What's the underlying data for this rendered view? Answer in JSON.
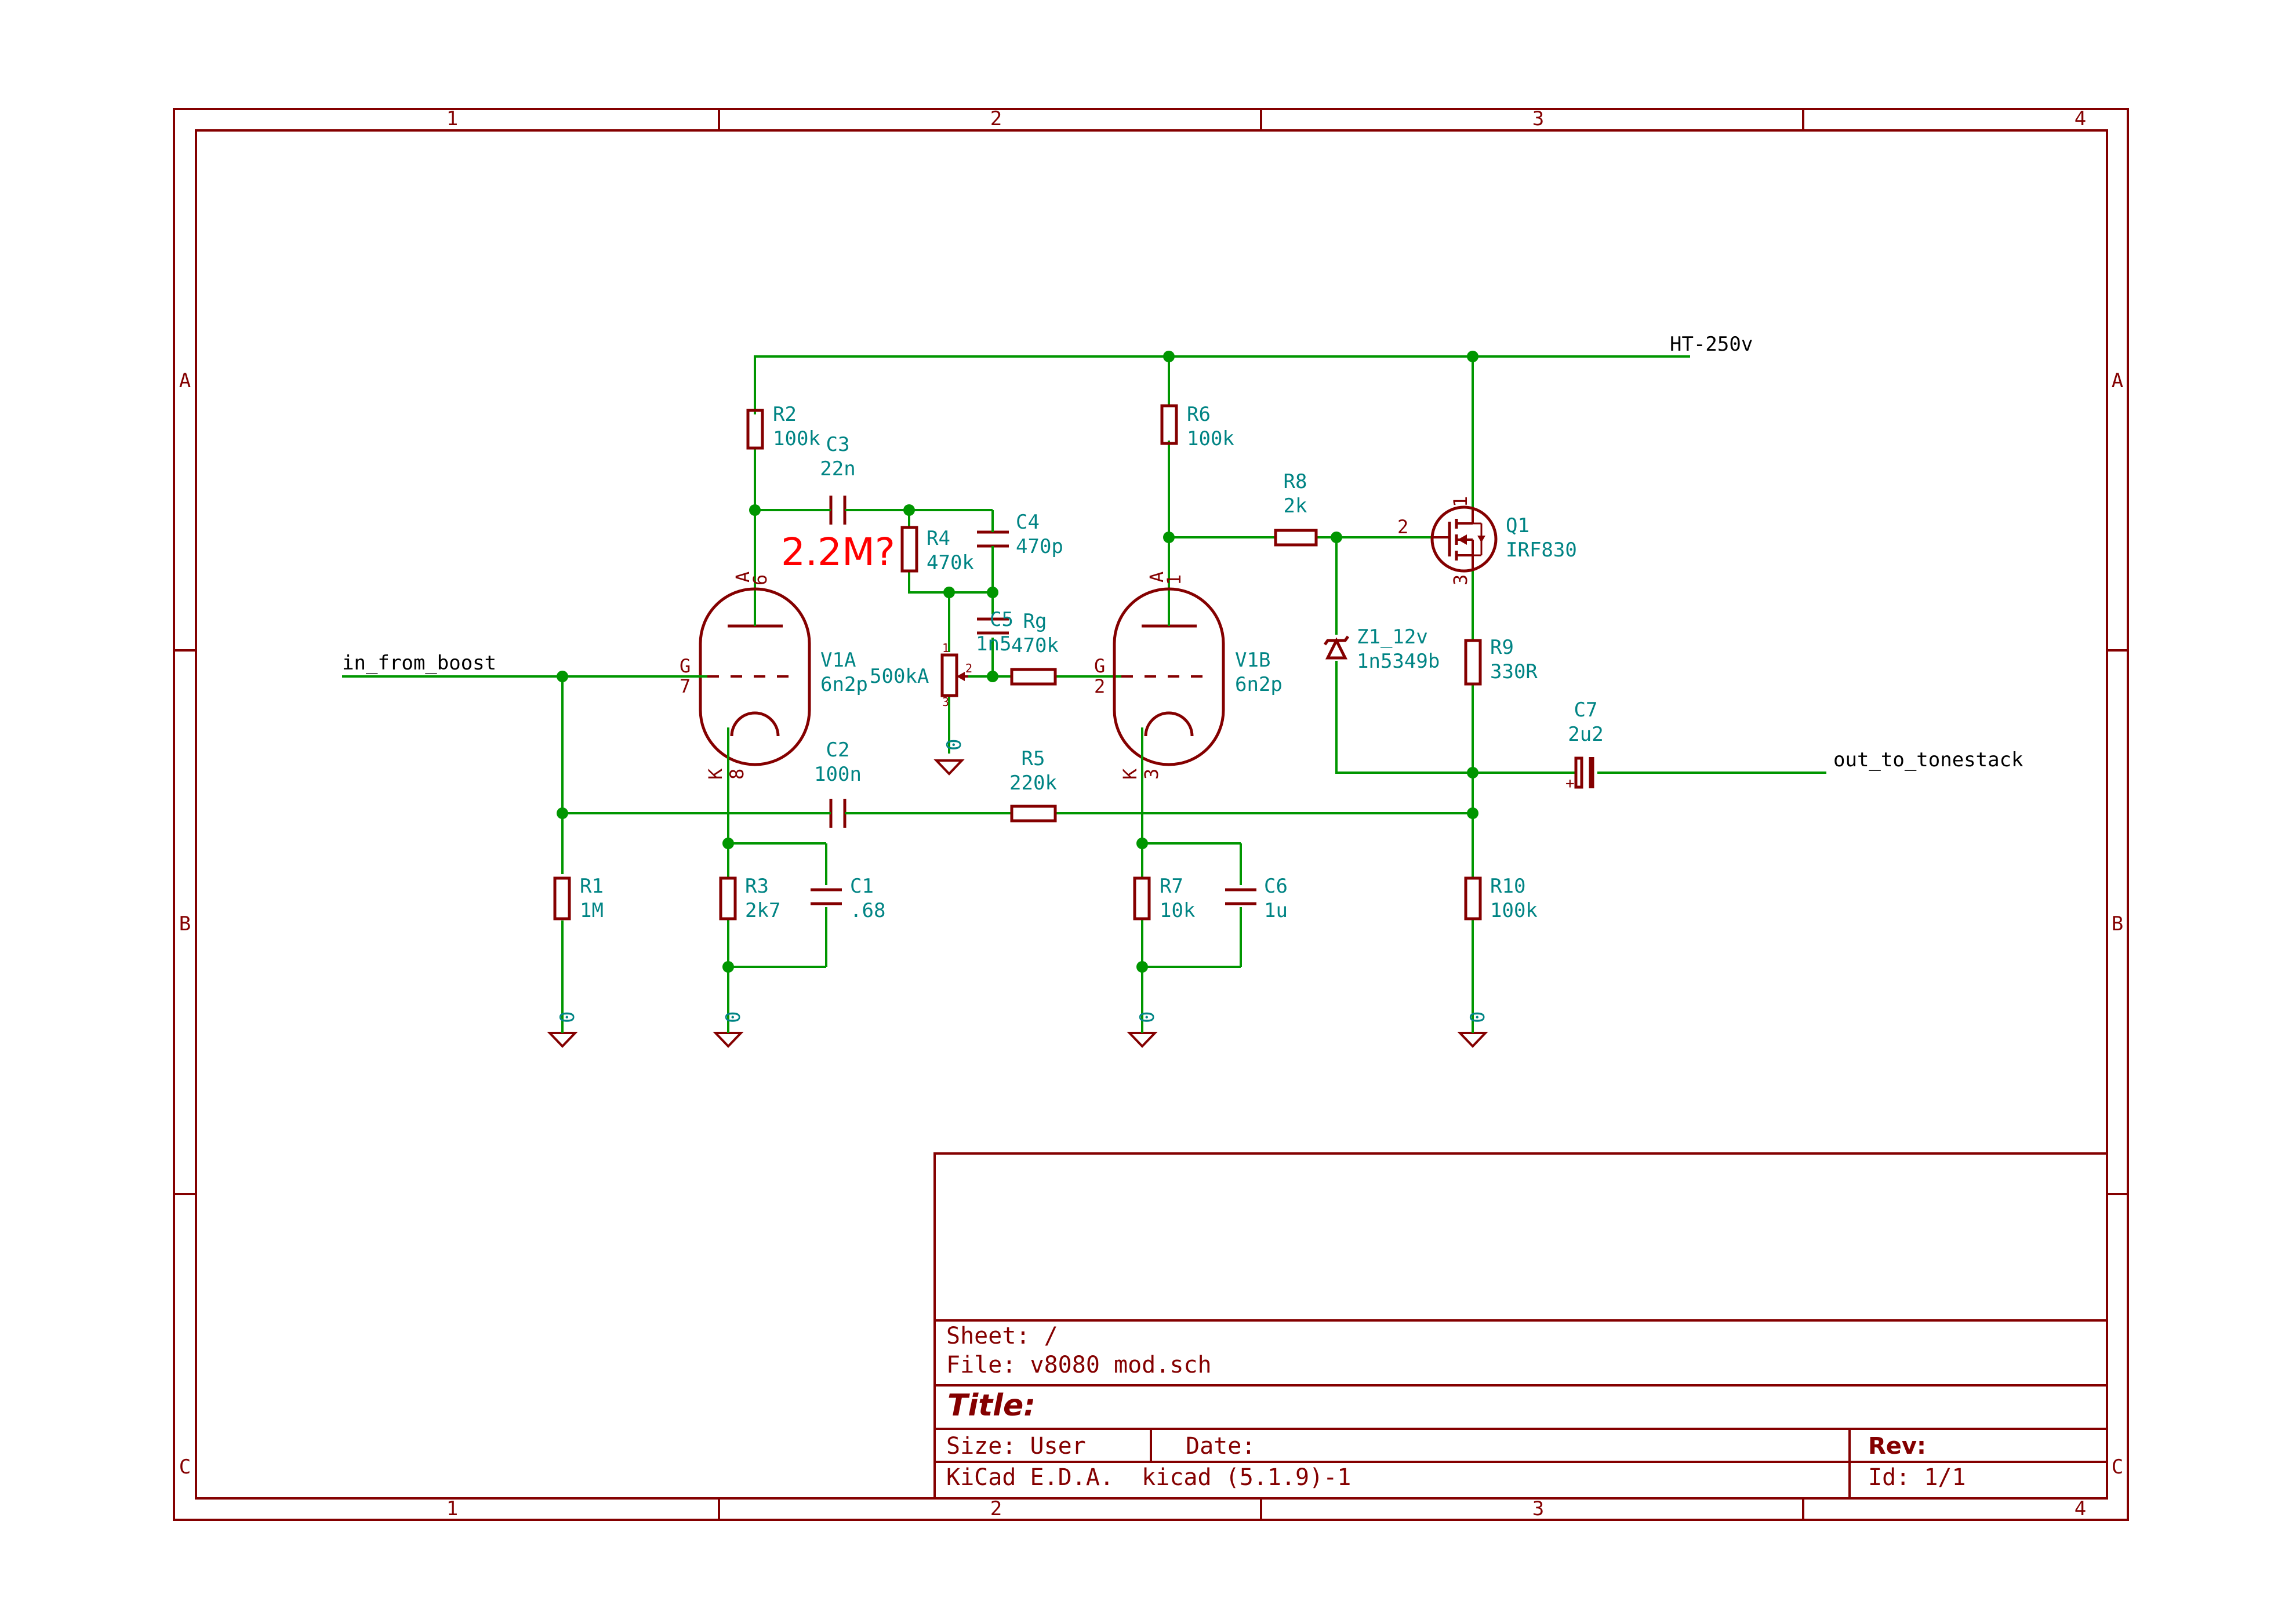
{
  "frame": {
    "columns": [
      "1",
      "2",
      "3",
      "4"
    ],
    "rows": [
      "A",
      "B",
      "C"
    ]
  },
  "title_block": {
    "sheet": "Sheet: /",
    "file": "File: v8080 mod.sch",
    "title": "Title:",
    "size": "Size: User",
    "date": "Date:",
    "rev": "Rev:",
    "tool": "KiCad E.D.A.  kicad (5.1.9)-1",
    "id": "Id: 1/1"
  },
  "nets": {
    "ht": "HT-250v",
    "input": "in_from_boost",
    "output": "out_to_tonestack",
    "ground": "0"
  },
  "annotation": "2.2M?",
  "components": {
    "R1": {
      "ref": "R1",
      "value": "1M"
    },
    "R2": {
      "ref": "R2",
      "value": "100k"
    },
    "R3": {
      "ref": "R3",
      "value": "2k7"
    },
    "R4": {
      "ref": "R4",
      "value": "470k"
    },
    "R5": {
      "ref": "R5",
      "value": "220k"
    },
    "R6": {
      "ref": "R6",
      "value": "100k"
    },
    "R7": {
      "ref": "R7",
      "value": "10k"
    },
    "R8": {
      "ref": "R8",
      "value": "2k"
    },
    "R9": {
      "ref": "R9",
      "value": "330R"
    },
    "R10": {
      "ref": "R10",
      "value": "100k"
    },
    "Rg": {
      "ref": "Rg",
      "value": "470k"
    },
    "C1": {
      "ref": "C1",
      "value": ".68"
    },
    "C2": {
      "ref": "C2",
      "value": "100n"
    },
    "C3": {
      "ref": "C3",
      "value": "22n"
    },
    "C4": {
      "ref": "C4",
      "value": "470p"
    },
    "C5": {
      "ref": "C5",
      "value": "1n5"
    },
    "C6": {
      "ref": "C6",
      "value": "1u"
    },
    "C7": {
      "ref": "C7",
      "value": "2u2"
    },
    "V1A": {
      "ref": "V1A",
      "value": "6n2p"
    },
    "V1B": {
      "ref": "V1B",
      "value": "6n2p"
    },
    "Q1": {
      "ref": "Q1",
      "value": "IRF830"
    },
    "Z1": {
      "ref": "Z1_12v",
      "value": "1n5349b"
    },
    "POT": {
      "value": "500kA"
    }
  },
  "pins": {
    "v1a_anode": "A",
    "v1a_anode_num": "6",
    "v1a_grid": "G",
    "v1a_grid_num": "7",
    "v1a_cathode": "K",
    "v1a_cathode_num": "8",
    "v1b_anode": "A",
    "v1b_anode_num": "1",
    "v1b_grid": "G",
    "v1b_grid_num": "2",
    "v1b_cathode": "K",
    "v1b_cathode_num": "3",
    "q1_gate": "2",
    "q1_drain": "1",
    "q1_source": "3",
    "pot_1": "1",
    "pot_2": "2",
    "pot_3": "3",
    "c7_plus": "+"
  }
}
